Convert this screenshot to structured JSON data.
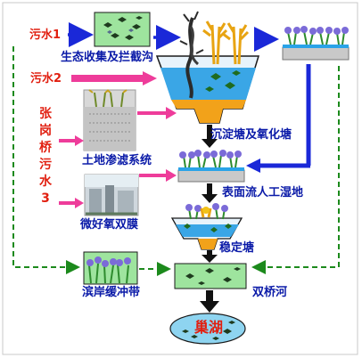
{
  "sources": {
    "sewage1": "污水1",
    "sewage2": "污水2",
    "zhanggangqiao": "张岗桥污水3"
  },
  "stages": {
    "eco_collection": "生态收集及拦截沟",
    "sedimentation": "沉淀塘及氧化塘",
    "land_infiltration": "土地渗滤系统",
    "micro_aerobic": "微好氧双膜",
    "surface_wetland": "表面流人工湿地",
    "stabilization": "稳定塘",
    "riparian_buffer": "滨岸缓冲带",
    "shuangqiao_river": "双桥河",
    "chaohu": "巢湖"
  },
  "colors": {
    "blue_arrow": "#1a28d8",
    "pink_arrow": "#ee3c9a",
    "red_text": "#e11f10",
    "blue_text": "#0a1aa8",
    "dashed_green": "#1c8a1c",
    "dark_arrow": "#111111",
    "water": "#7ec8ee",
    "ground_green": "#8fe08f"
  }
}
